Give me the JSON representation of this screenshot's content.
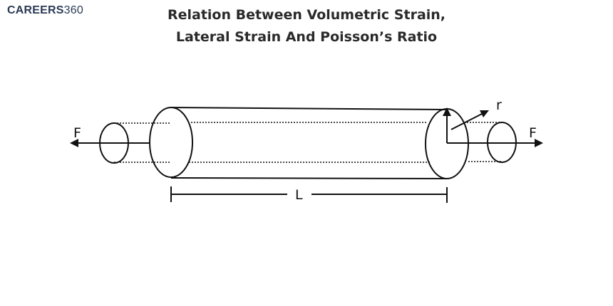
{
  "logo": {
    "word": "CAREERS",
    "number": "360"
  },
  "title": {
    "line1": "Relation Between Volumetric Strain,",
    "line2": "Lateral Strain And Poisson’s Ratio"
  },
  "labels": {
    "force_left": "F",
    "force_right": "F",
    "radius": "r",
    "length": "L"
  },
  "colors": {
    "stroke": "#111111",
    "logo": "#2b3a55"
  }
}
